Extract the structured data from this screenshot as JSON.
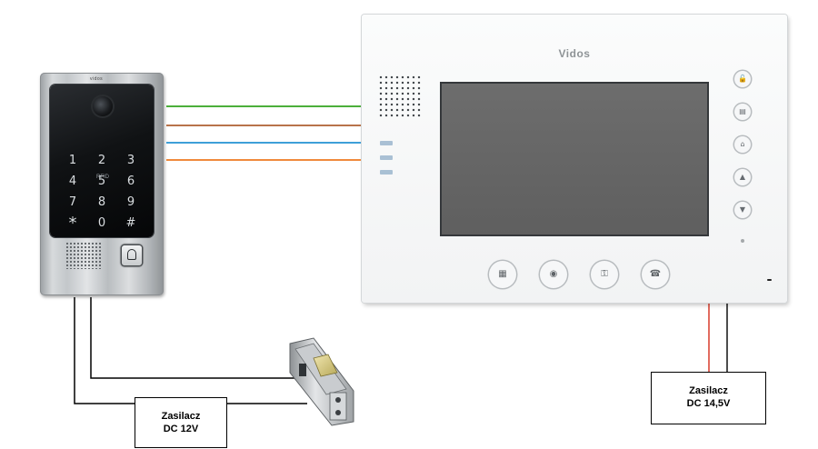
{
  "panel": {
    "brand": "vidos",
    "keys": [
      "1",
      "2",
      "3",
      "4",
      "5",
      "6",
      "7",
      "8",
      "9",
      "*",
      "0",
      "#"
    ],
    "rfid_mark": "RFID"
  },
  "monitor": {
    "brand": "Vidos",
    "side_buttons": [
      "unlock-icon",
      "menu-icon",
      "home-icon",
      "up-icon",
      "down-icon"
    ],
    "bottom_buttons": [
      "monitor-icon",
      "camera-icon",
      "key-icon",
      "talk-icon"
    ]
  },
  "psu_monitor": {
    "line1": "Zasilacz",
    "line2": "DC 14,5V"
  },
  "psu_lock": {
    "line1": "Zasilacz",
    "line2": "DC 12V"
  },
  "wires": {
    "colors": [
      "#4caf3b",
      "#b8734a",
      "#3ea0d8",
      "#f08a3c"
    ],
    "power_colors": [
      "#d93a2a",
      "#111111"
    ]
  }
}
